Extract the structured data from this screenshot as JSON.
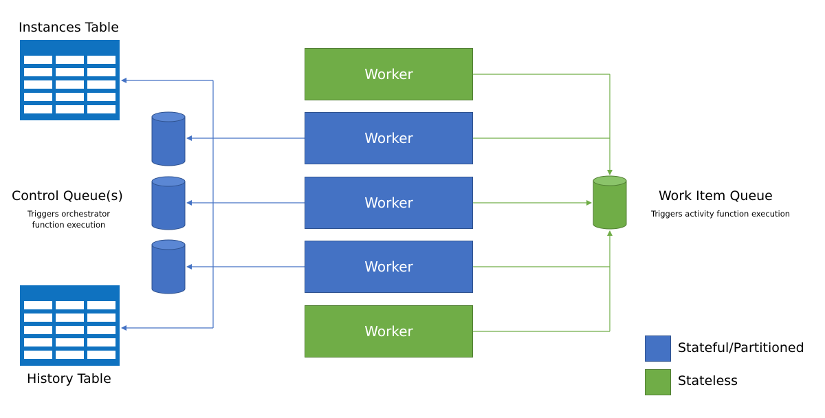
{
  "tables": {
    "instances_label": "Instances Table",
    "history_label": "History Table"
  },
  "control_queue": {
    "title": "Control Queue(s)",
    "subtitle_line1": "Triggers orchestrator",
    "subtitle_line2": "function execution"
  },
  "work_item_queue": {
    "title": "Work Item Queue",
    "subtitle": "Triggers activity function execution"
  },
  "workers": [
    {
      "label": "Worker",
      "kind": "stateless"
    },
    {
      "label": "Worker",
      "kind": "stateful"
    },
    {
      "label": "Worker",
      "kind": "stateful"
    },
    {
      "label": "Worker",
      "kind": "stateful"
    },
    {
      "label": "Worker",
      "kind": "stateless"
    }
  ],
  "legend": {
    "stateful_label": "Stateful/Partitioned",
    "stateless_label": "Stateless"
  },
  "colors": {
    "stateful": "#4472c4",
    "stateless": "#70ad47",
    "table": "#0f72c0"
  }
}
